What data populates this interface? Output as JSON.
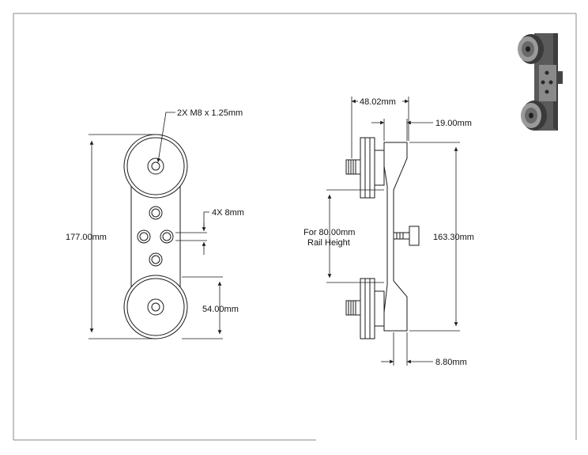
{
  "drawing": {
    "front_view": {
      "thread_callout": "2X M8 x 1.25mm",
      "hole_callout": "4X 8mm",
      "overall_height": "177.00mm",
      "wheel_diameter": "54.00mm"
    },
    "side_view": {
      "overall_depth": "48.02mm",
      "wheel_offset": "19.00mm",
      "rail_note_line1": "For 80.00mm",
      "rail_note_line2": "Rail Height",
      "plate_height": "163.30mm",
      "plate_thickness": "8.80mm"
    }
  },
  "colors": {
    "line": "#1a1a1a",
    "frame": "#888888",
    "render_dark": "#4a4a4a",
    "render_mid": "#7a7a7a",
    "render_light": "#b8b8b8"
  }
}
